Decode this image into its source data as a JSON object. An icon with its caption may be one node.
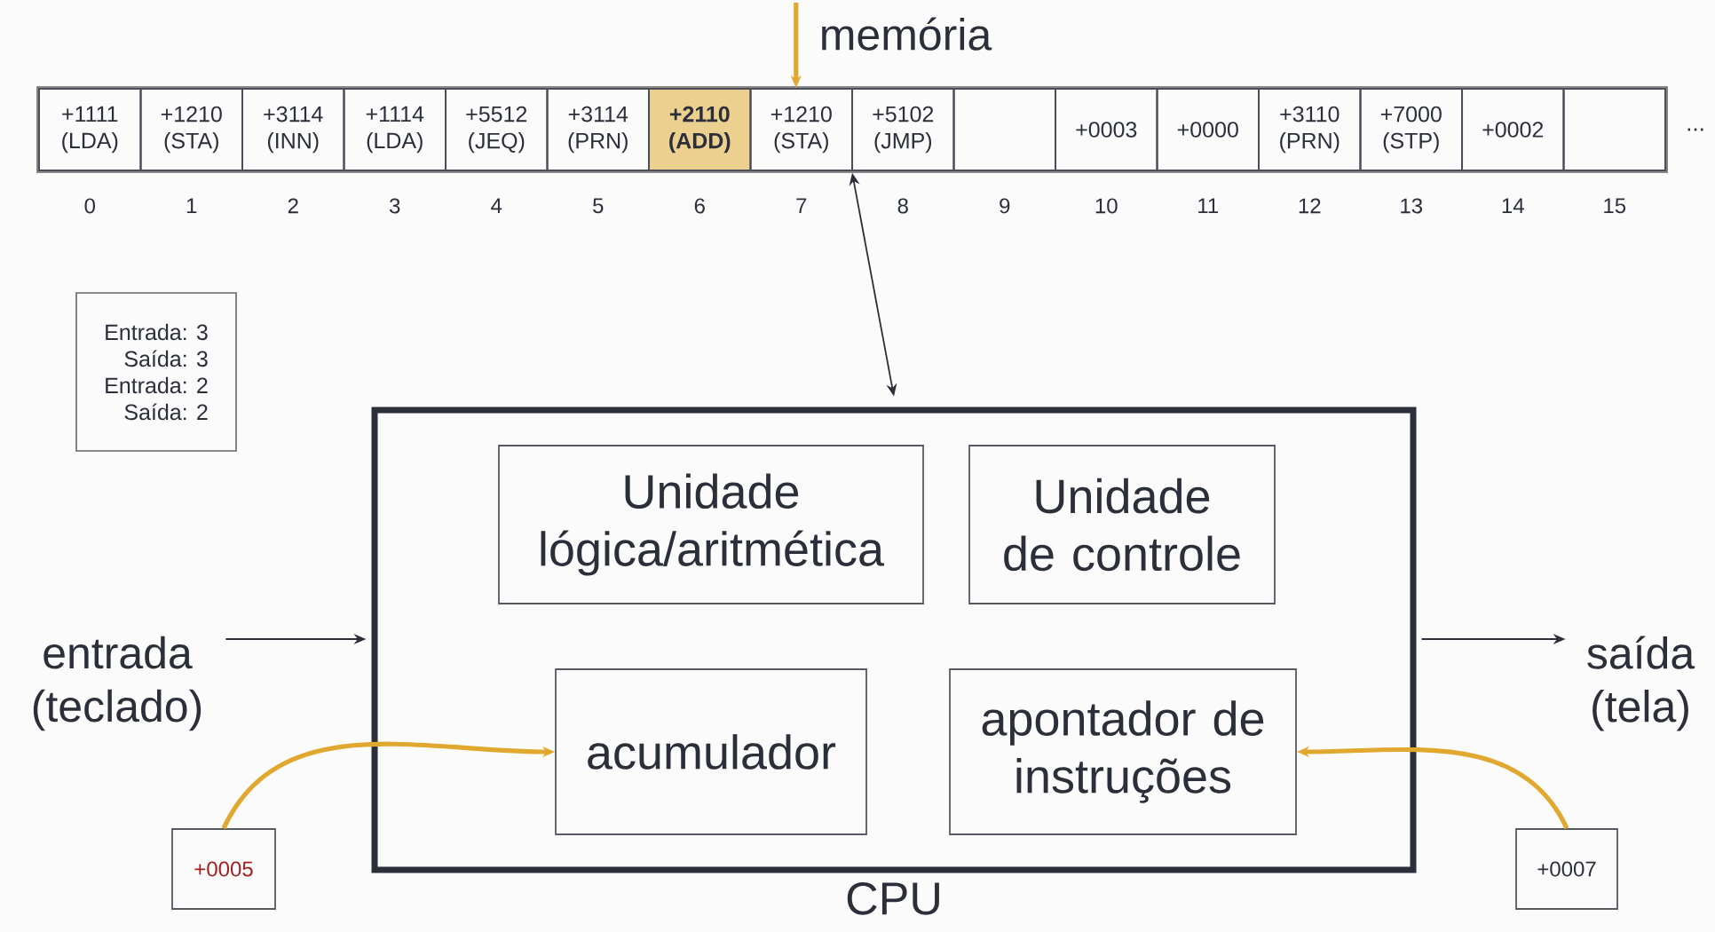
{
  "diagram": {
    "nodes": [
      {
        "text": [
          "memória"
        ]
      },
      {
        "text": [
          "+1111 (LDA)"
        ],
        "in": 0,
        "beside": [
          "0"
        ]
      },
      {
        "text": [
          "+1210 (STA)"
        ],
        "in": 0,
        "beside": [
          "1"
        ]
      },
      {
        "text": [
          "+3114 (INN)"
        ],
        "in": 0,
        "beside": [
          "2"
        ]
      },
      {
        "text": [
          "+1114 (LDA)"
        ],
        "in": 0,
        "beside": [
          "3"
        ]
      },
      {
        "text": [
          "+5512 (JEQ)"
        ],
        "in": 0,
        "beside": [
          "4"
        ]
      },
      {
        "text": [
          "+3114 (PRN)"
        ],
        "in": 0,
        "beside": [
          "5"
        ]
      },
      {
        "text": [
          "+2110 (ADD)"
        ],
        "in": 0,
        "beside": [
          "6"
        ]
      },
      {
        "text": [
          "+1210 (STA)"
        ],
        "in": 0,
        "beside": [
          "7"
        ]
      },
      {
        "text": [
          "+5102 (JMP)"
        ],
        "in": 0,
        "beside": [
          "8"
        ]
      },
      {
        "text": [],
        "shape": "box",
        "in": 0,
        "beside": [
          "9"
        ]
      },
      {
        "text": [
          "+0003"
        ],
        "in": 0,
        "beside": [
          "10"
        ]
      },
      {
        "text": [
          "+0000"
        ],
        "in": 0,
        "beside": [
          "11"
        ]
      },
      {
        "text": [
          "+3110 (PRN)"
        ],
        "in": 0,
        "beside": [
          "12"
        ]
      },
      {
        "text": [
          "+7000 (STP)"
        ],
        "in": 0,
        "beside": [
          "13"
        ]
      },
      {
        "text": [
          "+0002"
        ],
        "in": 0,
        "beside": [
          "14"
        ]
      },
      {
        "text": [],
        "shape": "box",
        "in": 0,
        "beside": [
          "15"
        ]
      },
      {
        "text": [
          "Entrada: 3",
          "Saída: 3",
          "Entrada: 2",
          "Saída: 2"
        ]
      },
      {
        "text": [
          "CPU"
        ]
      },
      {
        "text": [
          "Unidade lógica/aritmética"
        ],
        "in": 18
      },
      {
        "text": [
          "Unidade de controle"
        ],
        "in": 18
      },
      {
        "text": [
          "acumulador"
        ],
        "in": 18
      },
      {
        "text": [
          "apontador de instruções"
        ],
        "in": 18
      },
      {
        "text": [
          "entrada (teclado)"
        ]
      },
      {
        "text": [
          "saída (tela)"
        ]
      },
      {
        "text": [
          "+0005"
        ]
      },
      {
        "text": [
          "+0007"
        ]
      }
    ],
    "edges": [
      {
        "from": 0,
        "to": 18,
        "arrow": "both"
      },
      {
        "from": 23,
        "to": 18,
        "arrow": "to"
      },
      {
        "from": 18,
        "to": 24,
        "arrow": "to"
      },
      {
        "from": 25,
        "to": 21,
        "arrow": "to",
        "style": "thick",
        "color": "#e0a82e"
      },
      {
        "from": 26,
        "to": 22,
        "arrow": "to",
        "style": "thick",
        "color": "#e0a82e"
      },
      {
        "from": null,
        "to": 8,
        "arrow": "to",
        "style": "thick",
        "color": "#e0a82e"
      }
    ],
    "labels": [
      "..."
    ]
  }
}
